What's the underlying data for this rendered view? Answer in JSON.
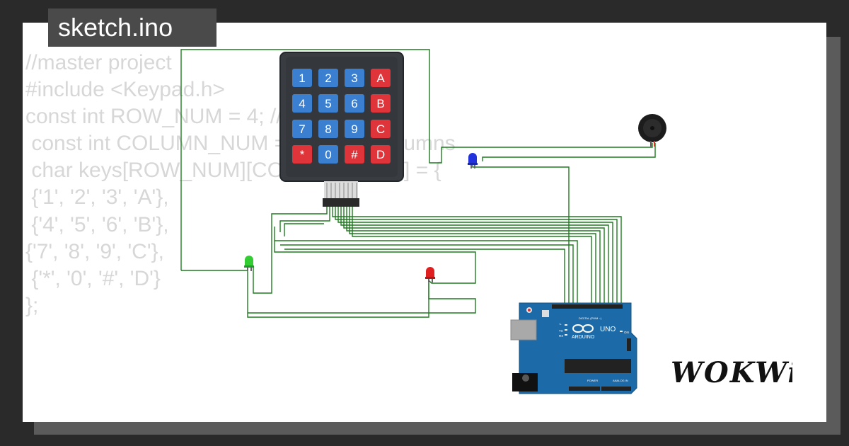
{
  "tab_title": "sketch.ino",
  "code_lines": [
    "//master project",
    "#include <Keypad.h>",
    "",
    "const int ROW_NUM = 4; //four rows",
    " const int COLUMN_NUM = 4; // four columns",
    "",
    " char keys[ROW_NUM][COLUMN_NUM] = {",
    " {'1', '2', '3', 'A'},",
    " {'4', '5', '6', 'B'},",
    "{'7', '8', '9', 'C'},",
    " {'*', '0', '#', 'D'}",
    "};"
  ],
  "keypad": {
    "keys": [
      [
        "1",
        "2",
        "3",
        "A"
      ],
      [
        "4",
        "5",
        "6",
        "B"
      ],
      [
        "7",
        "8",
        "9",
        "C"
      ],
      [
        "*",
        "0",
        "#",
        "D"
      ]
    ]
  },
  "arduino": {
    "brand": "ARDUINO",
    "model": "UNO",
    "digital_label": "DIGITAL (PWM ~)",
    "power_label": "POWER",
    "analog_label": "ANALOG IN",
    "tx_label": "TX",
    "rx_label": "RX",
    "l_label": "L",
    "on_label": "ON"
  },
  "logo_text": "WOKWi",
  "colors": {
    "wire": "#1f7a1f",
    "key_blue": "#3b80d0",
    "key_red": "#e0343b",
    "board": "#1d6aa8",
    "led_green": "#33cc33",
    "led_red": "#e02020",
    "led_blue": "#2233dd"
  }
}
